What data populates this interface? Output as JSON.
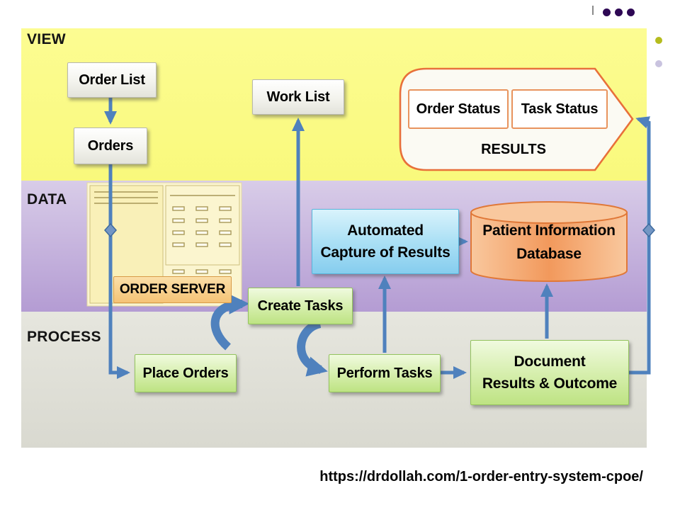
{
  "bands": {
    "view": "VIEW",
    "data": "DATA",
    "process": "PROCESS"
  },
  "view_layer": {
    "order_list": "Order List",
    "orders": "Orders",
    "work_list": "Work List",
    "order_status": "Order Status",
    "task_status": "Task Status",
    "results": "RESULTS"
  },
  "data_layer": {
    "order_server": "ORDER SERVER",
    "automated_capture": {
      "line1": "Automated",
      "line2": "Capture of Results"
    },
    "patient_db": {
      "line1": "Patient Information",
      "line2": "Database"
    }
  },
  "process_layer": {
    "create_tasks": "Create Tasks",
    "place_orders": "Place Orders",
    "perform_tasks": "Perform Tasks",
    "document_results": {
      "line1": "Document",
      "line2": "Results &  Outcome"
    }
  },
  "footer": {
    "url_caption": "https://drdollah.com/1-order-entry-system-cpoe/"
  },
  "colors": {
    "view_band": "#F9F97C",
    "data_band": "#C3AEDB",
    "process_band": "#E0E0D7",
    "arrow_blue": "#4F81BD",
    "green_box": "#D7EFAF",
    "blue_box": "#ABE0F5",
    "orange_database": "#F5A86E",
    "results_border": "#E8703A",
    "dots_purple": "#2E0854",
    "bullet_olive": "#B5BC1E",
    "bullet_lavender": "#C9C3DF"
  }
}
